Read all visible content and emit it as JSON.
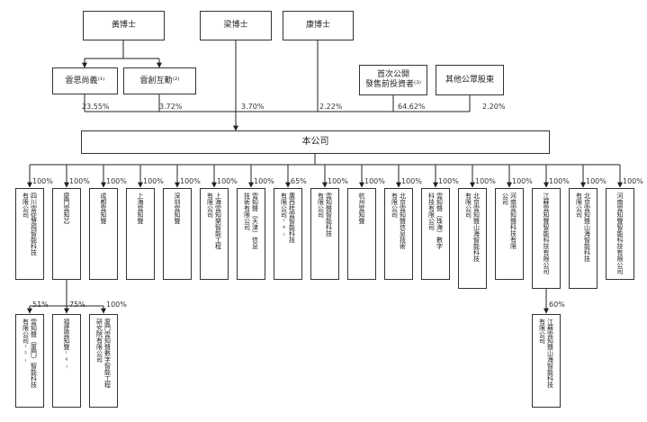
{
  "top_shareholders": {
    "huang": "黃博士",
    "liang": "梁博士",
    "kang": "康博士",
    "yunsi": "雲思尚義⁽¹⁾",
    "yunchuang": "雲創互勤⁽²⁾",
    "ipo_investors": [
      "首次公開",
      "發售前投資者⁽³⁾"
    ],
    "public": "其他公眾股東"
  },
  "top_percentages": [
    "23.55%",
    "3.72%",
    "3.70%",
    "2.22%",
    "64.62%",
    "2.20%"
  ],
  "company": "本公司",
  "subsidiaries": [
    {
      "pct": "100%",
      "lines": [
        "四川雲從慧視智能科技",
        "有限公司"
      ]
    },
    {
      "pct": "100%",
      "lines": [
        "廈門雲知芯"
      ]
    },
    {
      "pct": "100%",
      "lines": [
        "成都雲知聲"
      ]
    },
    {
      "pct": "100%",
      "lines": [
        "上海雲知聲"
      ]
    },
    {
      "pct": "100%",
      "lines": [
        "深圳雲知聲"
      ]
    },
    {
      "pct": "100%",
      "lines": [
        "上海雲知樂智能工程",
        "有限公司"
      ]
    },
    {
      "pct": "100%",
      "lines": [
        "雲知聲（天津）信息",
        "技術有限公司"
      ]
    },
    {
      "pct": "65%",
      "lines": [
        "廣西桂雲智能科技",
        "有限公司⁽⁴⁾"
      ]
    },
    {
      "pct": "100%",
      "lines": [
        "雲知聲智能科技",
        "有限公司"
      ]
    },
    {
      "pct": "100%",
      "lines": [
        "杭州雲知聲"
      ]
    },
    {
      "pct": "100%",
      "lines": [
        "北京雲知聲信息技術",
        "有限公司"
      ]
    },
    {
      "pct": "100%",
      "lines": [
        "雲知聲（珠海）數字",
        "科技有限公司"
      ]
    },
    {
      "pct": "100%",
      "lines": [
        "北京雲知聲山海智能科技",
        "有限公司"
      ]
    },
    {
      "pct": "100%",
      "lines": [
        "河南雲知聲科技有限",
        "公司"
      ]
    },
    {
      "pct": "100%",
      "lines": [
        "江蘇雲知聲智能科技有限公司"
      ]
    },
    {
      "pct": "100%",
      "lines": [
        "北京雲知聲山海智能科技",
        "有限公司"
      ]
    },
    {
      "pct": "100%",
      "lines": [
        "河南雲知聲智能科技有限公司"
      ]
    }
  ],
  "xiamen_children": [
    {
      "pct": "51%",
      "lines": [
        "雲知聲（廈門）智能科技",
        "有限公司⁽⁵⁾"
      ]
    },
    {
      "pct": "75%",
      "lines": [
        "福建雲知聲⁽⁶⁾"
      ]
    },
    {
      "pct": "100%",
      "lines": [
        "廈門雲知聲數字智能工程",
        "研究院有限公司"
      ]
    }
  ],
  "jiangsu_child": {
    "pct": "60%",
    "lines": [
      "江蘇雲知聲山海智能科技",
      "有限公司"
    ]
  }
}
